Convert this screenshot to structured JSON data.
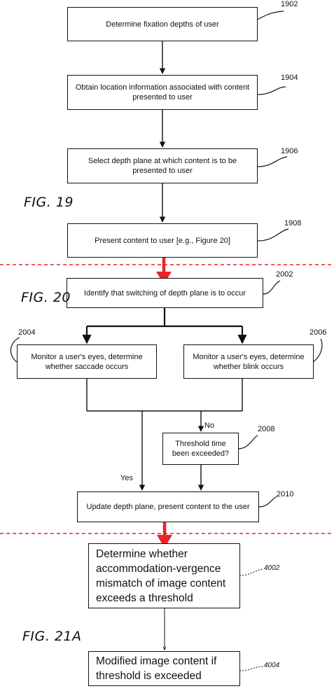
{
  "boxes": {
    "b1902": "Determine fixation depths of user",
    "b1904": "Obtain location information associated with content presented to user",
    "b1906": "Select depth plane at which content is to be presented to user",
    "b1908": "Present content to user [e.g., Figure 20]",
    "b2002": "Identify that switching of depth plane is to occur",
    "b2004": "Monitor a user's eyes, determine whether saccade occurs",
    "b2006": "Monitor a user's eyes, determine whether blink occurs",
    "b2008": "Threshold time been exceeded?",
    "b2010": "Update depth plane, present content to the user",
    "b4002": "Determine whether accommodation-vergence mismatch of image content exceeds a threshold",
    "b4004": "Modified image content if threshold is exceeded"
  },
  "refs": {
    "r1902": "1902",
    "r1904": "1904",
    "r1906": "1906",
    "r1908": "1908",
    "r2002": "2002",
    "r2004": "2004",
    "r2006": "2006",
    "r2008": "2008",
    "r2010": "2010",
    "r4002": "4002",
    "r4004": "4004"
  },
  "figures": {
    "f19": "FIG. 19",
    "f20": "FIG. 20",
    "f21a": "FIG. 21A"
  },
  "labels": {
    "no": "No",
    "yes": "Yes"
  },
  "colors": {
    "separator": "#e8232a",
    "arrow": "#e8232a",
    "line": "#111111"
  }
}
